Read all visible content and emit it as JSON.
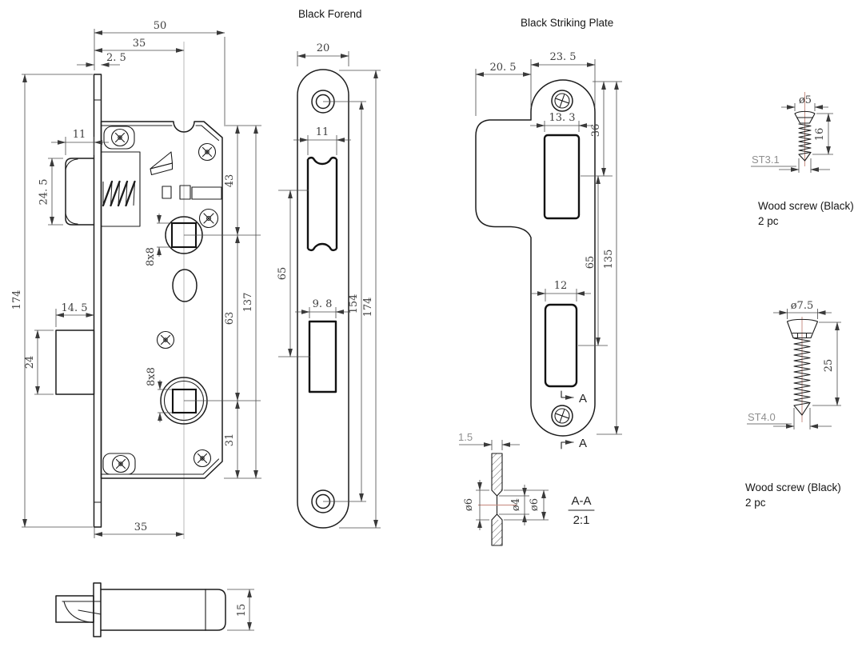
{
  "drawing_title": "Mortise lock set technical drawing",
  "colors": {
    "line": "#1c1c1c",
    "dimension": "#4a4a4a",
    "muted_label": "#8f8f8f",
    "centerline_red": "#c4867a",
    "background": "#ffffff"
  },
  "views": {
    "lock_body": {
      "dims": {
        "case_width": "50",
        "backset": "35",
        "faceplate_thickness": "2. 5",
        "latch_width": "11",
        "latch_height": "24. 5",
        "deadbolt_width": "14. 5",
        "deadbolt_height": "24",
        "faceplate_length": "174",
        "top_to_follower": "43",
        "follower_to_deadbolt_hub": "63",
        "hub_to_bottom": "31",
        "case_height": "137",
        "backset_bottom": "35",
        "follower_square": "8x8",
        "deadbolt_hub_square": "8x8"
      }
    },
    "latch_bolt_side": {
      "dims": {
        "height": "15"
      }
    },
    "forend": {
      "title": "Black Forend",
      "dims": {
        "width": "20",
        "latch_cutout_width": "11",
        "cutout_centers": "65",
        "deadbolt_cutout_width": "9. 8",
        "screw_hole_centers": "154",
        "length": "174"
      }
    },
    "striking_plate": {
      "title": "Black Striking Plate",
      "marker_a": "A",
      "dims": {
        "plate_width": "23. 5",
        "lip_width": "20. 5",
        "latch_cutout_width": "13. 3",
        "top_to_latch_cutout": "36",
        "latch_to_deadbolt_cutout": "65",
        "length": "135",
        "deadbolt_cutout_width": "12"
      }
    },
    "section": {
      "label": "A-A",
      "scale": "2:1",
      "dims": {
        "thickness": "1.5",
        "hole_outer_left": "ø6",
        "hole_inner": "ø4",
        "hole_outer_right": "ø6"
      }
    },
    "screw_small": {
      "dims": {
        "head_diameter": "ø5",
        "length": "16",
        "thread": "ST3.1"
      },
      "caption_line1": "Wood screw (Black)",
      "caption_line2": "2 pc"
    },
    "screw_large": {
      "dims": {
        "head_diameter": "ø7.5",
        "length": "25",
        "thread": "ST4.0"
      },
      "caption_line1": "Wood screw (Black)",
      "caption_line2": "2 pc"
    }
  }
}
